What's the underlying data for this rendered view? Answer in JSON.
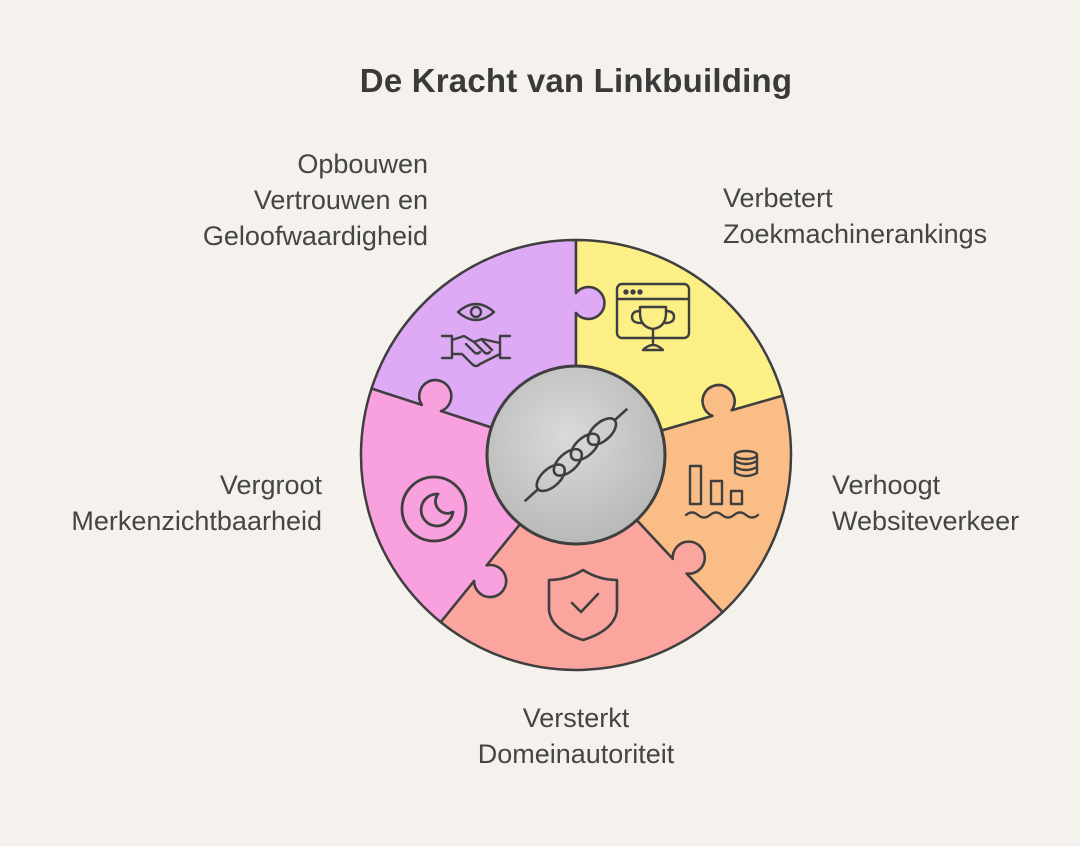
{
  "title": "De Kracht van Linkbuilding",
  "center": {
    "icon": "chain-link-icon"
  },
  "segments": [
    {
      "id": "trust",
      "lines": [
        "Opbouwen",
        "Vertrouwen en",
        "Geloofwaardigheid"
      ],
      "color": "#deaaf6",
      "icon": "eye-handshake-icon"
    },
    {
      "id": "rank",
      "lines": [
        "Verbetert",
        "Zoekmachinerankings"
      ],
      "color": "#fbef86",
      "icon": "browser-trophy-icon"
    },
    {
      "id": "traffic",
      "lines": [
        "Verhoogt",
        "Websiteverkeer"
      ],
      "color": "#fbbd86",
      "icon": "bar-chart-database-icon"
    },
    {
      "id": "domain",
      "lines": [
        "Versterkt",
        "Domeinautoriteit"
      ],
      "color": "#fba59f",
      "icon": "shield-check-icon"
    },
    {
      "id": "brand",
      "lines": [
        "Vergroot",
        "Merkenzichtbaarheid"
      ],
      "color": "#f9a1df",
      "icon": "brand-circle-icon"
    }
  ],
  "colors": {
    "background": "#f5f1ed",
    "outline": "#3f3f3f",
    "center_fill": "#c8c8c8"
  }
}
